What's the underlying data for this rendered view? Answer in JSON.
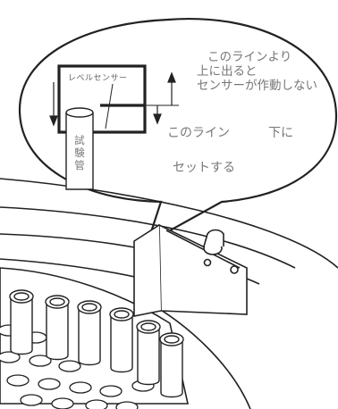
{
  "labels": {
    "sensor": "レベルセンサー",
    "tube": "試験管",
    "note_line_1": "このラインより",
    "note_line_2": "上に出ると",
    "note_line_3": "センサーが作動しない",
    "set_text_1": "このライン",
    "set_text_2": "下に",
    "set_text_3": "セットする"
  },
  "colors": {
    "line": "#222222",
    "text": "#777777",
    "hole_fill": "#ffffff"
  }
}
